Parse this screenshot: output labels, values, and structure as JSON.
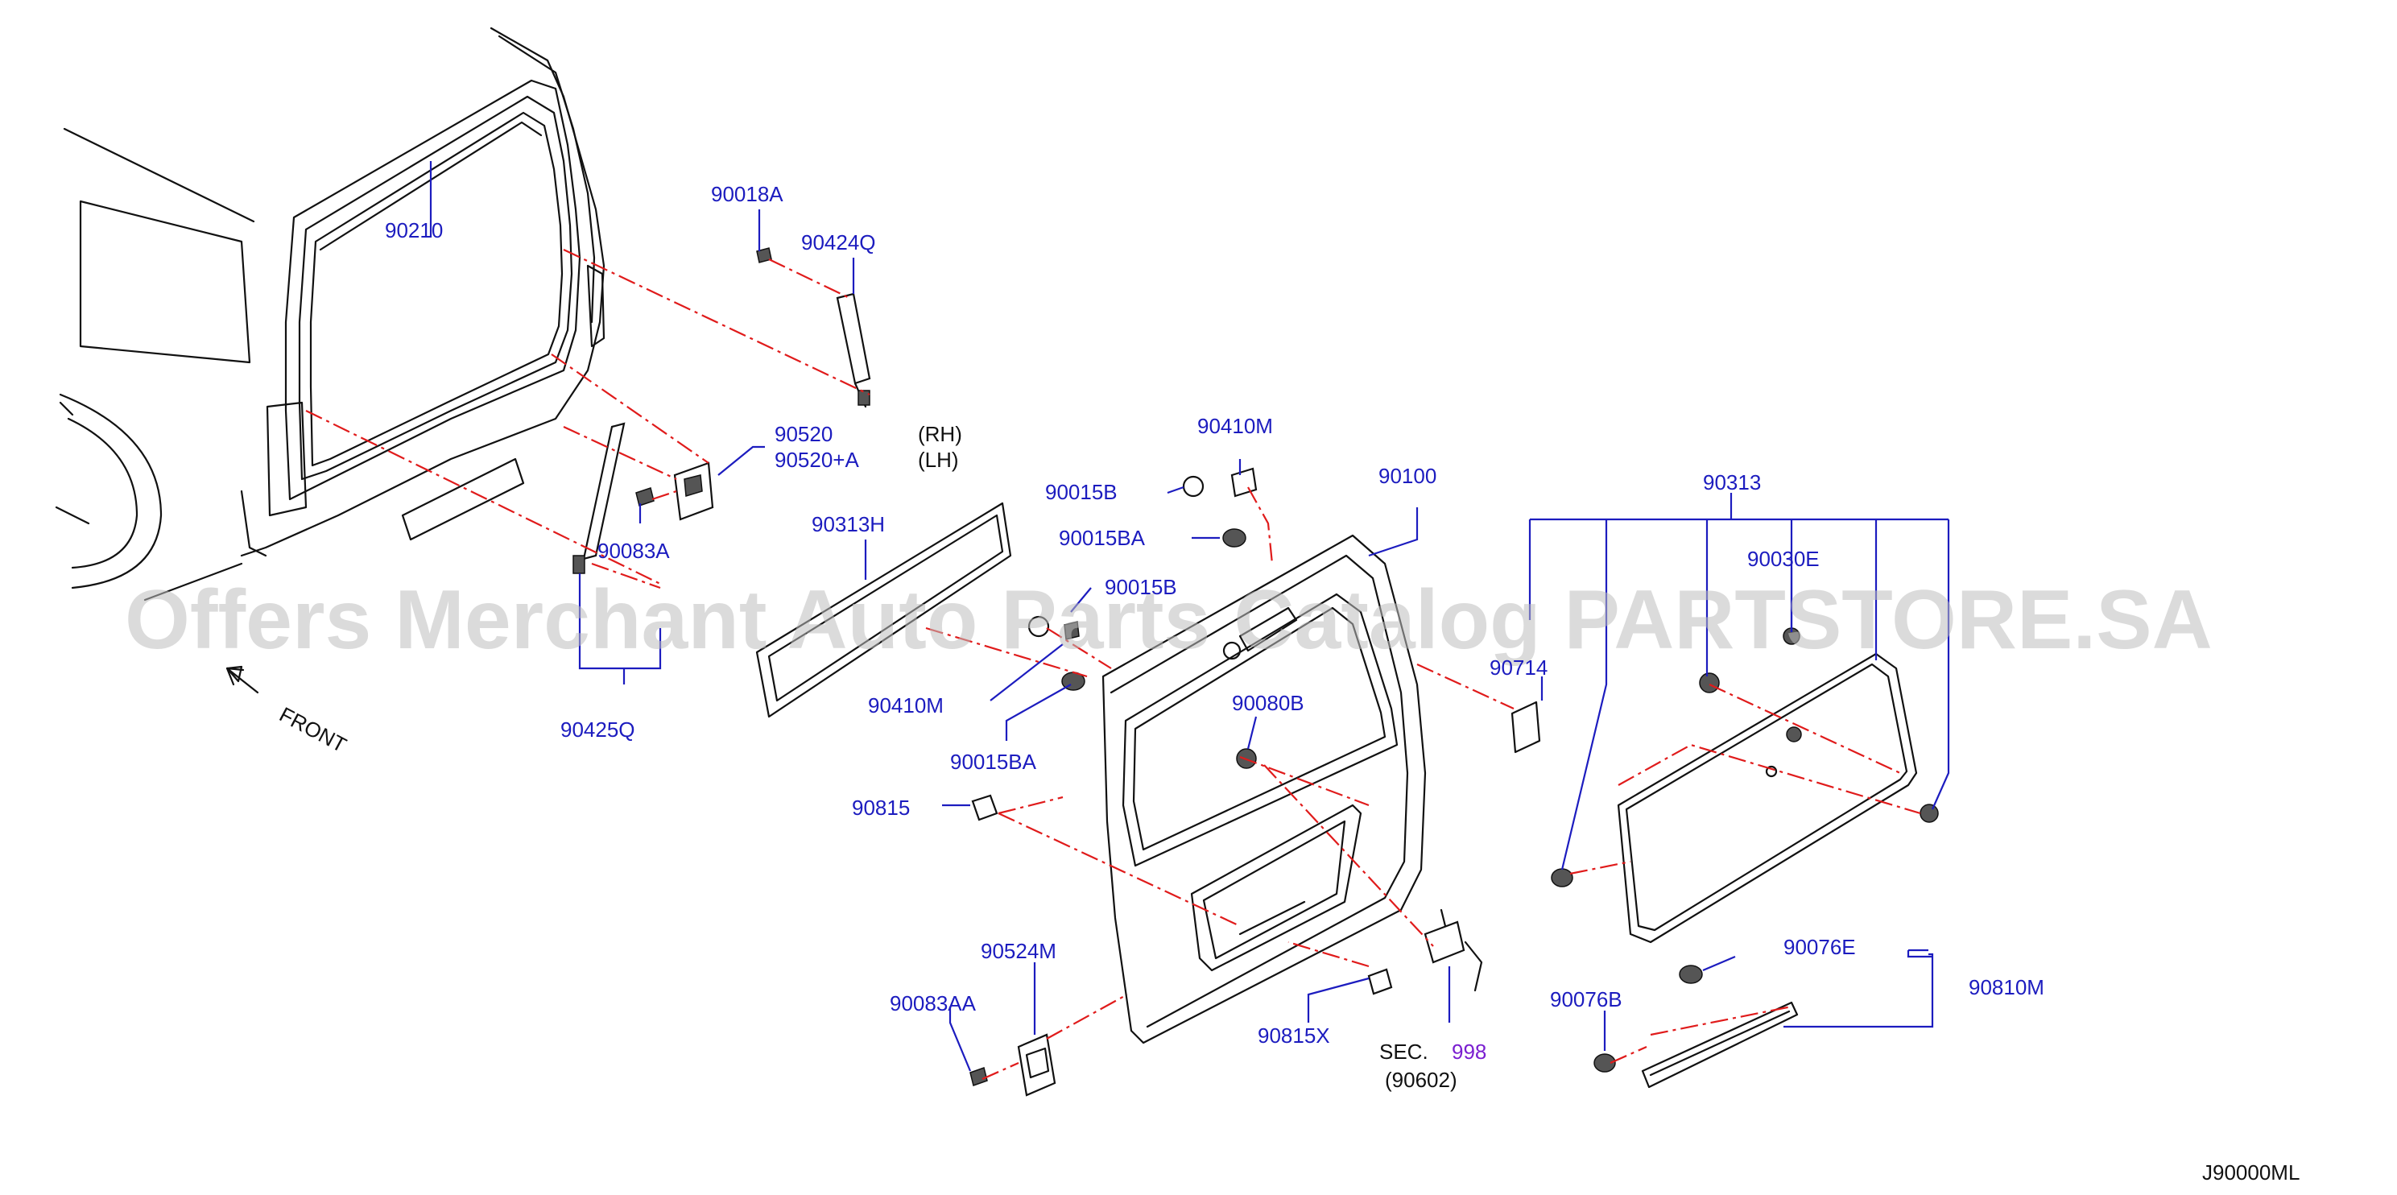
{
  "diagram_id": "J90000ML",
  "watermark": "Offers Merchant Auto Parts Catalog PARTSTORE.SA",
  "front_label": "FRONT",
  "parts": {
    "p90210": "90210",
    "p90018A": "90018A",
    "p90424Q": "90424Q",
    "p90520": "90520",
    "p90520A": "90520+A",
    "rh": "(RH)",
    "lh": "(LH)",
    "p90083A": "90083A",
    "p90425Q": "90425Q",
    "p90313H": "90313H",
    "p90410M_top": "90410M",
    "p90015B_top": "90015B",
    "p90015BA_top": "90015BA",
    "p90100": "90100",
    "p90015B_mid": "90015B",
    "p90410M_mid": "90410M",
    "p90015BA_mid": "90015BA",
    "p90815": "90815",
    "p90080B": "90080B",
    "p90524M": "90524M",
    "p90083AA": "90083AA",
    "p90815X": "90815X",
    "sec": "SEC.",
    "sec_num": "998",
    "sec_ref": "(90602)",
    "p90313": "90313",
    "p90030E": "90030E",
    "p90714": "90714",
    "p90076E": "90076E",
    "p90076B": "90076B",
    "p90810M": "90810M"
  }
}
